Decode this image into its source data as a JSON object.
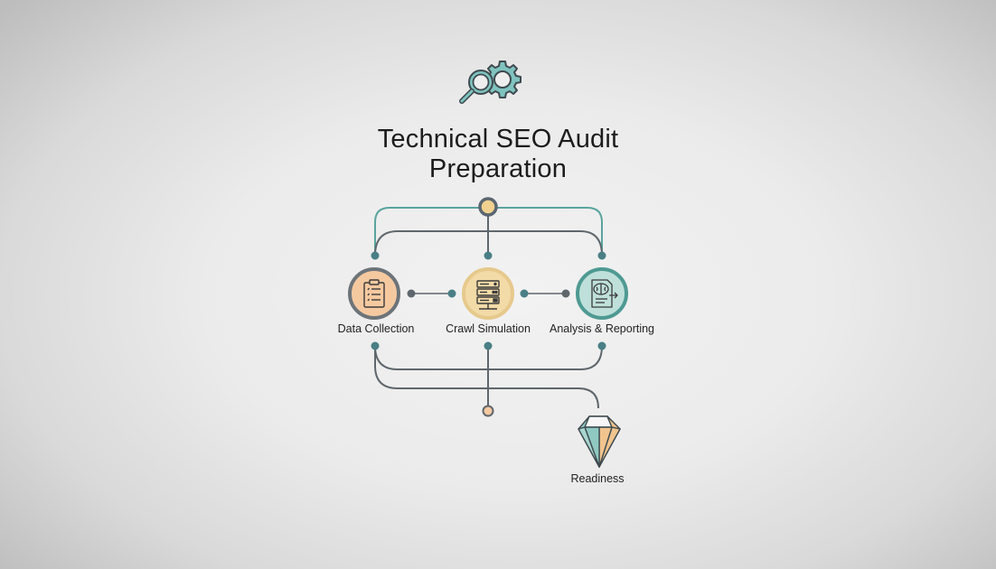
{
  "header": {
    "icon": "magnifier-gear-icon",
    "title_line1": "Technical SEO Audit",
    "title_line2": "Preparation"
  },
  "hub": {
    "icon": "hub-node-icon"
  },
  "stages": [
    {
      "label": "Data Collection",
      "icon": "clipboard-checklist-icon",
      "fill": "#f5c9a0",
      "ring": "#6d7479"
    },
    {
      "label": "Crawl Simulation",
      "icon": "server-stack-icon",
      "fill": "#f3dba8",
      "ring": "#e6c98c"
    },
    {
      "label": "Analysis & Reporting",
      "icon": "brain-report-icon",
      "fill": "#bfe0da",
      "ring": "#4f9a93"
    }
  ],
  "outcome": {
    "label": "Readiness",
    "icon": "diamond-gem-icon"
  },
  "colors": {
    "teal": "#5aa49e",
    "dark_line": "#5f676c",
    "node_dot": "#4a7f86",
    "peach": "#f5c9a0",
    "sand": "#f3dba8",
    "mint": "#bfe0da"
  }
}
